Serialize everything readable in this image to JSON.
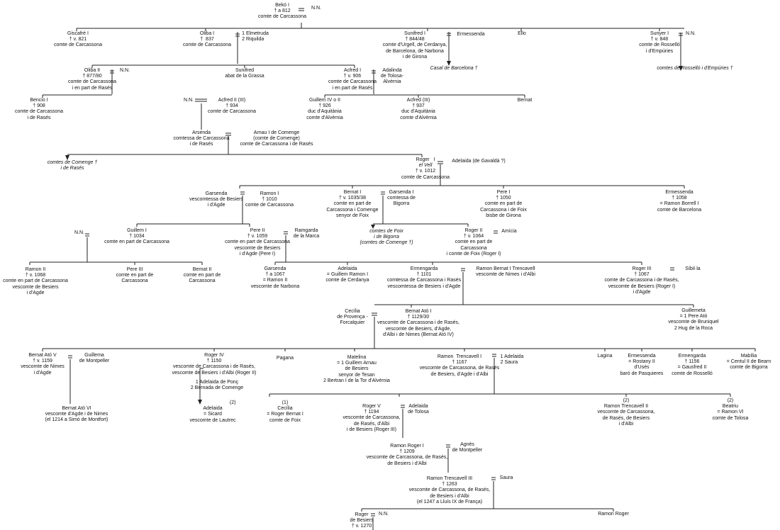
{
  "nodes": [
    {
      "id": "beho",
      "lines": [
        "Bekó I",
        "† a 812",
        "comte de Carcassona"
      ]
    },
    {
      "id": "beho-sp",
      "lines": [
        "N.N."
      ]
    },
    {
      "id": "giscafre",
      "lines": [
        "Giscafré I",
        "† v. 821",
        "comte de Carcassona"
      ]
    },
    {
      "id": "oliba1",
      "lines": [
        "Oliba I",
        "†  837",
        "comte de Carcassona"
      ]
    },
    {
      "id": "oliba1-sp",
      "lines": [
        "1 Elmetruda",
        "2 Riquilda"
      ]
    },
    {
      "id": "sunifred1",
      "lines": [
        "Sunifred I",
        "† 844/48",
        "comte d'Urgell, de Cerdanya,",
        "de Barcelona, de Narbona",
        "i de Girona"
      ]
    },
    {
      "id": "sunifred1-sp",
      "lines": [
        "Ermessenda"
      ]
    },
    {
      "id": "casal-barcelona",
      "lines": [
        "Casal de Barcelona †"
      ]
    },
    {
      "id": "ello",
      "lines": [
        "Ello"
      ]
    },
    {
      "id": "sunyer1",
      "lines": [
        "Sunyer I",
        "† v. 848",
        "comte de Rosselló",
        "i d'Empúries"
      ]
    },
    {
      "id": "sunyer1-sp",
      "lines": [
        "N.N."
      ]
    },
    {
      "id": "rossello",
      "lines": [
        "comtes de Rosselló i d'Empúries †"
      ]
    },
    {
      "id": "oliba2",
      "lines": [
        "Oliba II",
        "† 877/80",
        "comte de Carcassona",
        "i en part de Rasés"
      ]
    },
    {
      "id": "oliba2-sp",
      "lines": [
        "N.N."
      ]
    },
    {
      "id": "sunifred-grassa",
      "lines": [
        "Sunifred",
        "abat de la Grassa"
      ]
    },
    {
      "id": "acfred1",
      "lines": [
        "Acfred I",
        "† v. 906",
        "comte de Carcassona",
        "i en part de Rasés"
      ]
    },
    {
      "id": "acfred1-sp",
      "lines": [
        "Adalinda",
        "de Tolosa-",
        "Alvèrnia"
      ]
    },
    {
      "id": "bencio1",
      "lines": [
        "Bencio I",
        "† 908",
        "comte de Carcassona",
        "i de Rasés"
      ]
    },
    {
      "id": "acfred2-sp",
      "lines": [
        "N.N."
      ]
    },
    {
      "id": "acfred2",
      "lines": [
        "Acfred II (III)",
        "† 934",
        "comte de Carcassona"
      ]
    },
    {
      "id": "guillem4",
      "lines": [
        "Guillem IV o II",
        "† 926",
        "duc d'Aquitània",
        "comte d'Alvèrnia"
      ]
    },
    {
      "id": "acfred3",
      "lines": [
        "Acfred (III)",
        "† 937",
        "duc d'Aquitània",
        "comte d'Alvèrnia"
      ]
    },
    {
      "id": "bernat-a",
      "lines": [
        "Bernat"
      ]
    },
    {
      "id": "arsenda",
      "lines": [
        "Arsenda",
        "comtessa de Carcassona",
        "i de Rasés"
      ]
    },
    {
      "id": "arnau-comenge",
      "lines": [
        "Arnau I de Comenge",
        "(comte de Comenge)",
        "comte de Carcassona i de Rasés"
      ]
    },
    {
      "id": "comenge",
      "lines": [
        "comtes de Comenge †",
        "i de Rasés"
      ]
    },
    {
      "id": "roger1",
      "lines": [
        "Roger   I",
        "el Vell",
        "† v. 1012",
        "comte de Carcassona"
      ]
    },
    {
      "id": "roger1-sp",
      "lines": [
        "Adelaida (de Gavaldà ?)"
      ]
    },
    {
      "id": "garsenda",
      "lines": [
        "Garsenda",
        "vescomtessa de Besiers",
        "i d'Agde"
      ]
    },
    {
      "id": "ramon1",
      "lines": [
        "Ramon I",
        "† 1010",
        "comte de Carcassona"
      ]
    },
    {
      "id": "bernat1",
      "lines": [
        "Bernat I",
        "† v. 1035/38",
        "comte en part de",
        "Carcassona i Comenge",
        "senyor de Foix"
      ]
    },
    {
      "id": "bernat1-sp",
      "lines": [
        "Garsenda I",
        "comtessa de",
        "Bigorra"
      ]
    },
    {
      "id": "pere1",
      "lines": [
        "Pere I",
        "† 1050",
        "comte en part de",
        "Carcassona i de Foix",
        "bisbe de Girona"
      ]
    },
    {
      "id": "ermessenda",
      "lines": [
        "Ermessenda",
        "† 1058",
        "= Ramon Borrell I",
        "comte de Barcelona"
      ]
    },
    {
      "id": "guillem1-sp",
      "lines": [
        "N.N."
      ]
    },
    {
      "id": "guillem1",
      "lines": [
        "Guillem I",
        "† 1034",
        "comte en part de Carcassona"
      ]
    },
    {
      "id": "pere2",
      "lines": [
        "Pere II",
        "† v. 1059",
        "comte en part de Carcassona",
        "vescomte de Besiers",
        "i d'Agde (Pere I)"
      ]
    },
    {
      "id": "pere2-sp",
      "lines": [
        "Ramgarda",
        "de la Marca"
      ]
    },
    {
      "id": "foix",
      "lines": [
        "comtes de Foix",
        "i de Bigorra",
        "(comtes de Comenge †)"
      ]
    },
    {
      "id": "roger2",
      "lines": [
        "Roger II",
        "† v. 1064",
        "comte en part de",
        "Carcassona",
        "i comte de Foix (Roger I)"
      ]
    },
    {
      "id": "roger2-sp",
      "lines": [
        "Amícia"
      ]
    },
    {
      "id": "ramon2",
      "lines": [
        "Ramon II",
        "† v. 1068",
        "comte en part de Carcassona",
        "vescomte de Besiers",
        "i d'Agde"
      ]
    },
    {
      "id": "pere3",
      "lines": [
        "Pere III",
        "comte en part de",
        "Carcassona"
      ]
    },
    {
      "id": "bernat2",
      "lines": [
        "Bernat II",
        "comte en part de",
        "Carcassona"
      ]
    },
    {
      "id": "garsenda2",
      "lines": [
        "Garsenda",
        "† a 1067",
        "= Ramon II",
        "vescomte de Narbona"
      ]
    },
    {
      "id": "adelaida1",
      "lines": [
        "Adelaida",
        "= Guillem Ramon I",
        "comte de Cerdanya"
      ]
    },
    {
      "id": "ermengarda",
      "lines": [
        "Ermengarda",
        "† 1101",
        "comtessa de Carcassona i Rasés",
        "vescomtessa de Besiers i d'Agde"
      ]
    },
    {
      "id": "ramon-bernat",
      "lines": [
        "Ramon Bernat I Trencavell",
        "vescomte de Nimes i d'Albi"
      ]
    },
    {
      "id": "roger3",
      "lines": [
        "Roger III",
        "† 1067",
        "comte de Carcassona i de Rasés,",
        "vescomte de Besiers (Roger I)",
        "i d'Agde"
      ]
    },
    {
      "id": "roger3-sp",
      "lines": [
        "Síbil·la"
      ]
    },
    {
      "id": "cecilia1",
      "lines": [
        "Cecília",
        "de Provença -",
        "Forcalquier"
      ]
    },
    {
      "id": "bernat-ato4",
      "lines": [
        "Bernat Ató I",
        "† 1129/30",
        "vescomte de Carcassona i de Rasés,",
        "vescomte de Besiers, d'Agde,",
        "d'Albi i de Nimes (Bernat Ató IV)"
      ]
    },
    {
      "id": "guillemeta",
      "lines": [
        "Guillemeta",
        "= 1 Pere Ató",
        "vescomte de Bruniquel",
        "2 Hug de la Roca"
      ]
    },
    {
      "id": "bernat-ato5",
      "lines": [
        "Bernat Ató V",
        "† v. 1159",
        "vescomte de Nimes",
        "i d'Agde"
      ]
    },
    {
      "id": "bernat-ato5-sp",
      "lines": [
        "Guillema",
        "de Montpeller"
      ]
    },
    {
      "id": "roger4",
      "lines": [
        "Roger IV",
        "† 1150",
        "vescomte de Carcassona i de Rasés,",
        "vescomte de Besiers i d'Albi (Roger II)"
      ]
    },
    {
      "id": "roger4-sp",
      "lines": [
        "1 Adelaida de Ponç",
        "2 Bernada de Comenge"
      ]
    },
    {
      "id": "pagana",
      "lines": [
        "Pagana"
      ]
    },
    {
      "id": "matelina",
      "lines": [
        "Matelina",
        "= 1 Guillem Arnau",
        "de Besiers",
        "senyor de Tesan",
        "2 Bertran I de la Tor d'Alvèrnia"
      ]
    },
    {
      "id": "ramon-trencavell1",
      "lines": [
        "Ramon  Trencavell I",
        "† 1167",
        "vescomte de Carcassona, de Rasés",
        "de Besiers, d'Agde i d'Albi"
      ]
    },
    {
      "id": "ramon-trencavell1-sp",
      "lines": [
        "1 Adelaida",
        "2 Saura"
      ]
    },
    {
      "id": "lagina",
      "lines": [
        "Lagina"
      ]
    },
    {
      "id": "ermessenda2",
      "lines": [
        "Ermessenda",
        "= Rostany II",
        "d'Usès",
        "baró de Pasquieres"
      ]
    },
    {
      "id": "ermengarda2",
      "lines": [
        "Ermengarda",
        "† 1156",
        "= Gausfred II",
        "comte de Rosselló"
      ]
    },
    {
      "id": "mabilia",
      "lines": [
        "Mabília",
        "= Centul II de Bearn",
        "comte de Bigorra"
      ]
    },
    {
      "id": "bernat-ato6",
      "lines": [
        "Bernat Ató VI",
        "vescomte d'Agde i de Nimes",
        "(el 1214 a Simó de Montfort)"
      ]
    },
    {
      "id": "adelaida2",
      "lines": [
        "(2)",
        "Adelaida",
        "= Sicard",
        "vescomte de Lautrec"
      ]
    },
    {
      "id": "cecilia2",
      "lines": [
        "(1)",
        "Cecília",
        "= Roger Bernat I",
        "comte de Foix"
      ]
    },
    {
      "id": "roger5",
      "lines": [
        "Roger V",
        "† 1194",
        "vescomte de Carcassona,",
        "de Rasés, d'Albi",
        "i de Besiers (Roger III)"
      ]
    },
    {
      "id": "roger5-sp",
      "lines": [
        "Adelaida",
        "de Tolosa"
      ]
    },
    {
      "id": "ramon-trencavell2",
      "lines": [
        "(2)",
        "Ramon Trencavell II",
        "vescomte de Carcassona,",
        "de Rasés, de Besiers",
        "i d'Albi"
      ]
    },
    {
      "id": "beatriu",
      "lines": [
        "(2)",
        "Beatriu",
        "= Ramon VI",
        "comte de Tolosa"
      ]
    },
    {
      "id": "ramon-roger1",
      "lines": [
        "Ramon Roger I",
        "† 1209",
        "vescomte de Carcassona, de Rasés,",
        "de Besiers i d'Albi"
      ]
    },
    {
      "id": "ramon-roger1-sp",
      "lines": [
        "Agnès",
        "de Montpeller"
      ]
    },
    {
      "id": "ramon-trencavell3",
      "lines": [
        "Ramon Trencavell III",
        "† 1263",
        "vescomte de Carcassona, de Rasés,",
        "de Besiers i d'Albi",
        "(el 1247 a Lluís IX de França)"
      ]
    },
    {
      "id": "ramon-trencavell3-sp",
      "lines": [
        "Saura"
      ]
    },
    {
      "id": "roger-besiers",
      "lines": [
        "Roger",
        "de Besiers",
        "† v. 1270"
      ]
    },
    {
      "id": "roger-besiers-sp",
      "lines": [
        "N.N."
      ]
    },
    {
      "id": "ramon-roger2",
      "lines": [
        "Ramon Roger"
      ]
    }
  ]
}
